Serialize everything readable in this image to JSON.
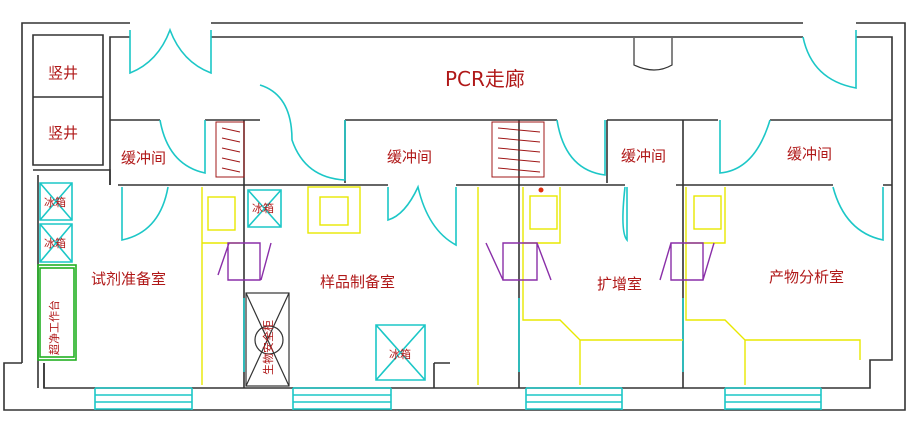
{
  "corridor": "PCR走廊",
  "shafts": [
    "竖井",
    "竖井"
  ],
  "buffers": [
    "缓冲间",
    "缓冲间",
    "缓冲间",
    "缓冲间"
  ],
  "rooms": {
    "reagent": "试剂准备室",
    "sample": "样品制备室",
    "amplification": "扩增室",
    "analysis": "产物分析室"
  },
  "fridge": "冰箱",
  "clean_bench": "超净工作台",
  "biosafety_cabinet": "生物安全柜",
  "colors": {
    "wall": "#333333",
    "door": "#1cc7c7",
    "bench": "#e8e800",
    "passbox": "#8a2fa8",
    "text": "#b01818"
  }
}
